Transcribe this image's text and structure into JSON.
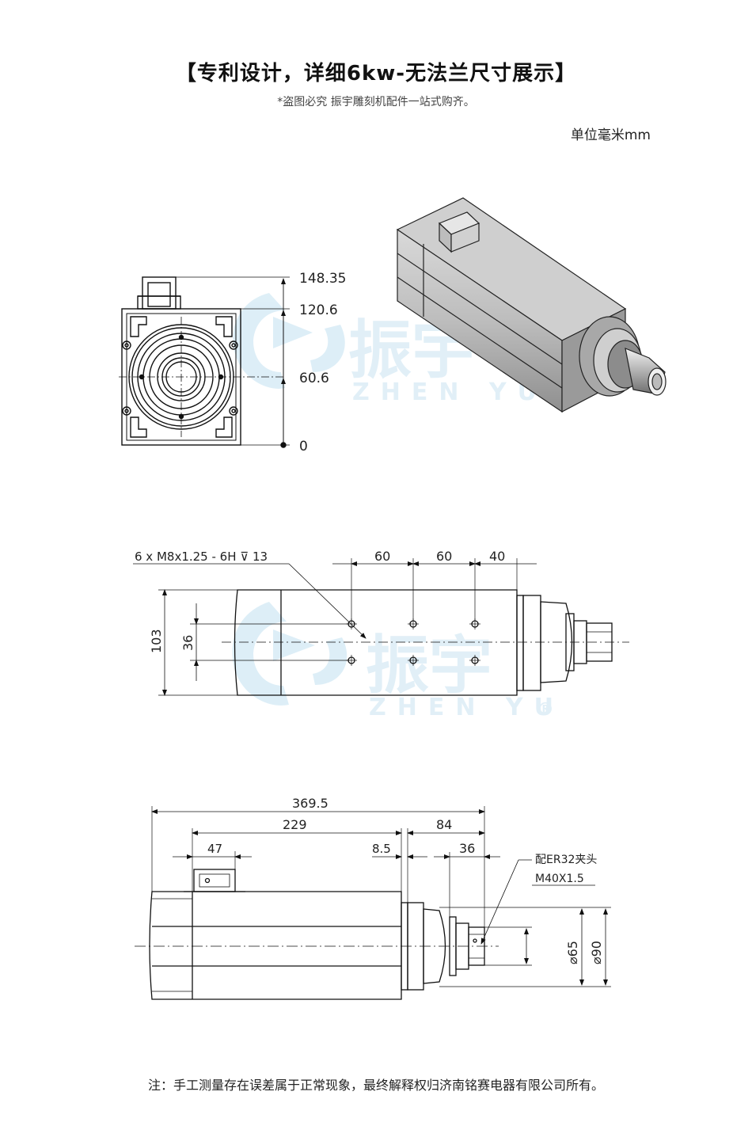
{
  "header": {
    "title": "【专利设计，详细6kw-无法兰尺寸展示】",
    "subtitle": "*盗图必究 振宇雕刻机配件一站式购齐。",
    "unit": "单位毫米mm"
  },
  "watermark": {
    "text": "振宇",
    "latin": "ZHEN YU",
    "mark": "®"
  },
  "front_view": {
    "dims": [
      "148.35",
      "120.6",
      "60.6",
      "0"
    ]
  },
  "top_view": {
    "thread_note": "6 x M8x1.25 - 6H ⊽ 13",
    "dims": [
      "60",
      "60",
      "40",
      "103",
      "36"
    ]
  },
  "side_view": {
    "dims": [
      "369.5",
      "229",
      "84",
      "47",
      "8.5",
      "36"
    ],
    "collet_note": "配ER32夹头",
    "thread_note": "M40X1.5",
    "dia_65": "⌀65",
    "dia_90": "⌀90"
  },
  "footer": {
    "note": "注：手工测量存在误差属于正常现象，最终解释权归济南铭赛电器有限公司所有。"
  },
  "colors": {
    "line": "#111111",
    "watermark": "#cfe6f3",
    "body_shade": "#b8b8b8",
    "body_dark": "#7c7c7c"
  }
}
